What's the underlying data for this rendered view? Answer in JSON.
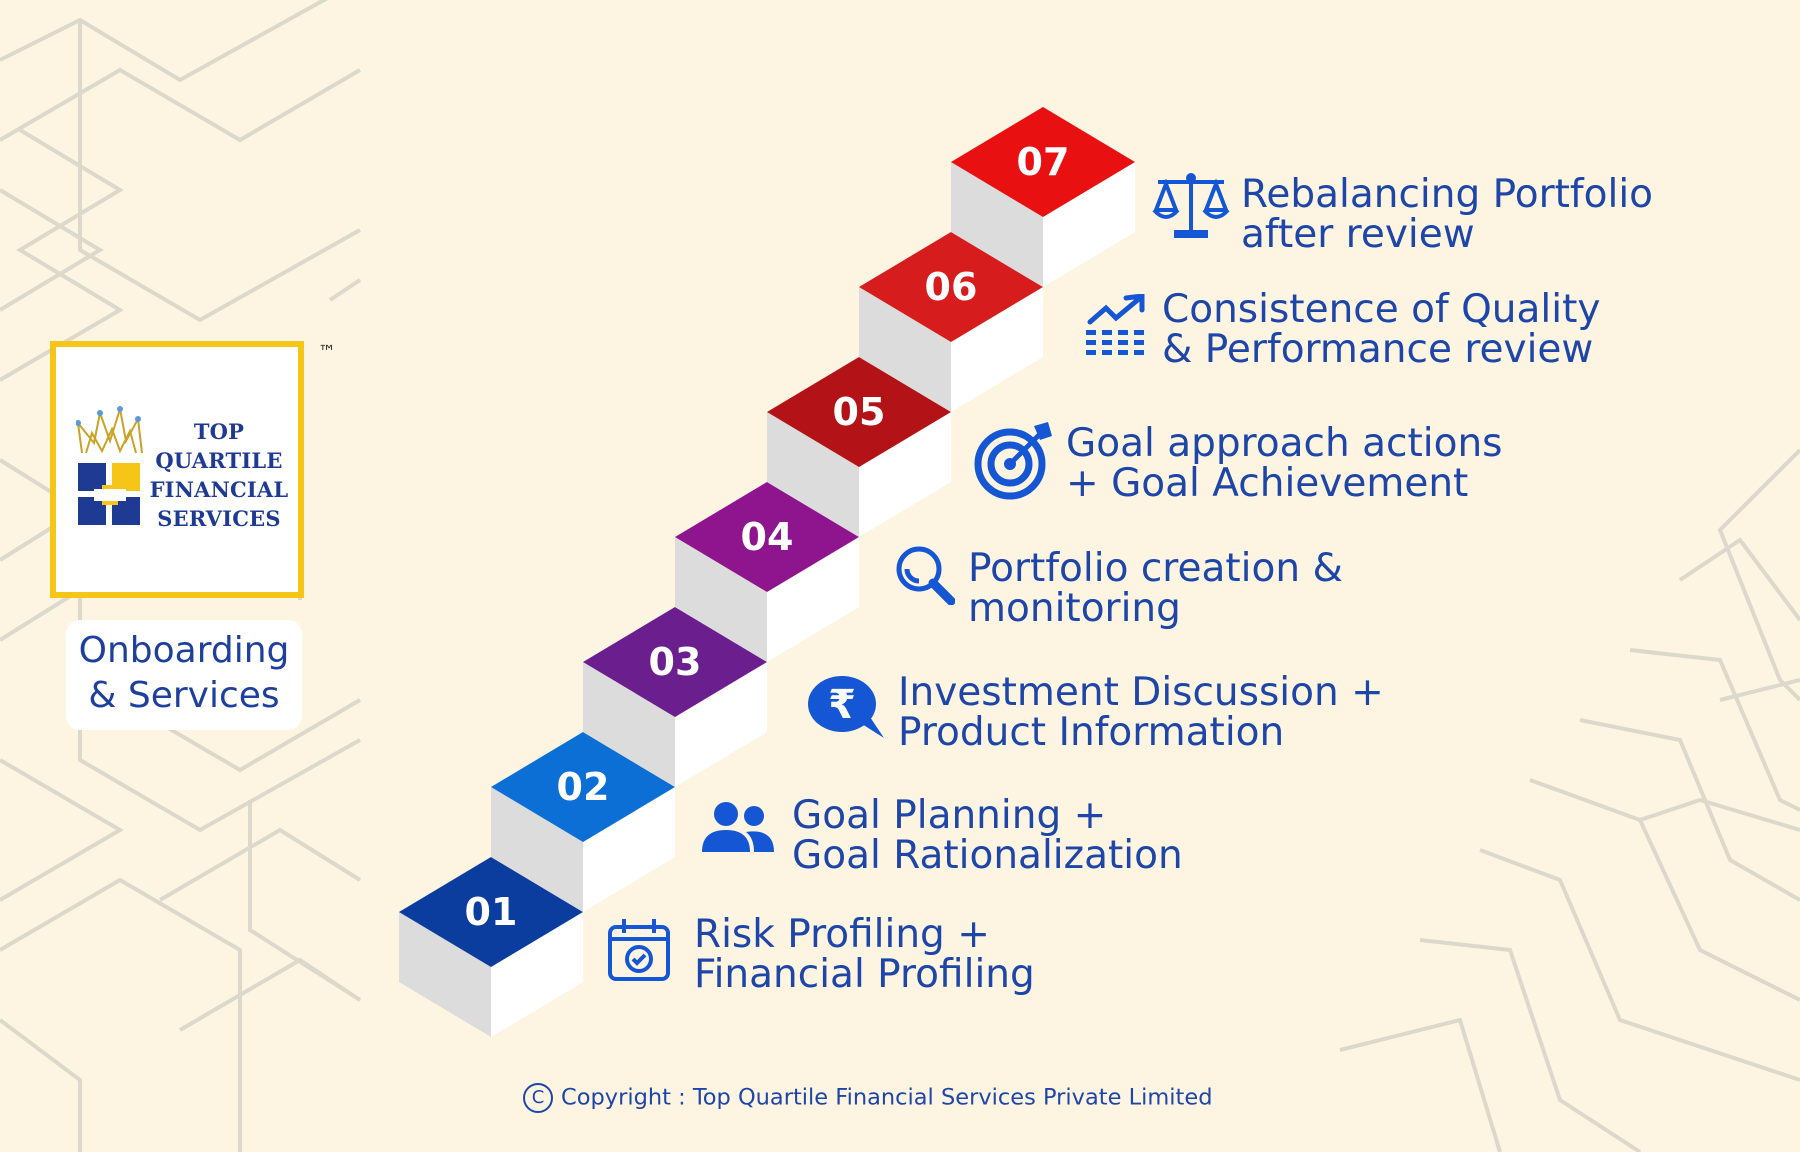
{
  "brand": {
    "name_lines": [
      "TOP",
      "QUARTILE",
      "FINANCIAL",
      "SERVICES"
    ],
    "trademark": "™",
    "colors": {
      "blue": "#1f3a93",
      "gold": "#f5c518"
    }
  },
  "sidebar_label": [
    "Onboarding",
    "& Services"
  ],
  "steps": [
    {
      "num": "01",
      "color": "#0a3d9e",
      "icon": "calendar-check-icon",
      "lines": [
        "Risk Profiling +",
        "Financial Profiling"
      ]
    },
    {
      "num": "02",
      "color": "#0c6fd6",
      "icon": "users-icon",
      "lines": [
        "Goal Planning +",
        "Goal Rationalization"
      ]
    },
    {
      "num": "03",
      "color": "#6b1f8f",
      "icon": "rupee-chat-icon",
      "lines": [
        "Investment Discussion +",
        "Product Information"
      ]
    },
    {
      "num": "04",
      "color": "#8f158f",
      "icon": "search-icon",
      "lines": [
        "Portfolio creation &",
        "monitoring"
      ]
    },
    {
      "num": "05",
      "color": "#b31217",
      "icon": "target-icon",
      "lines": [
        "Goal approach actions",
        "+ Goal Achievement"
      ]
    },
    {
      "num": "06",
      "color": "#d61c1c",
      "icon": "growth-chart-icon",
      "lines": [
        "Consistence of Quality",
        "& Performance review"
      ]
    },
    {
      "num": "07",
      "color": "#e81010",
      "icon": "scale-icon",
      "lines": [
        "Rebalancing Portfolio",
        "after review"
      ]
    }
  ],
  "copyright": {
    "symbol": "C",
    "text": "Copyright : Top Quartile Financial Services Private Limited"
  }
}
